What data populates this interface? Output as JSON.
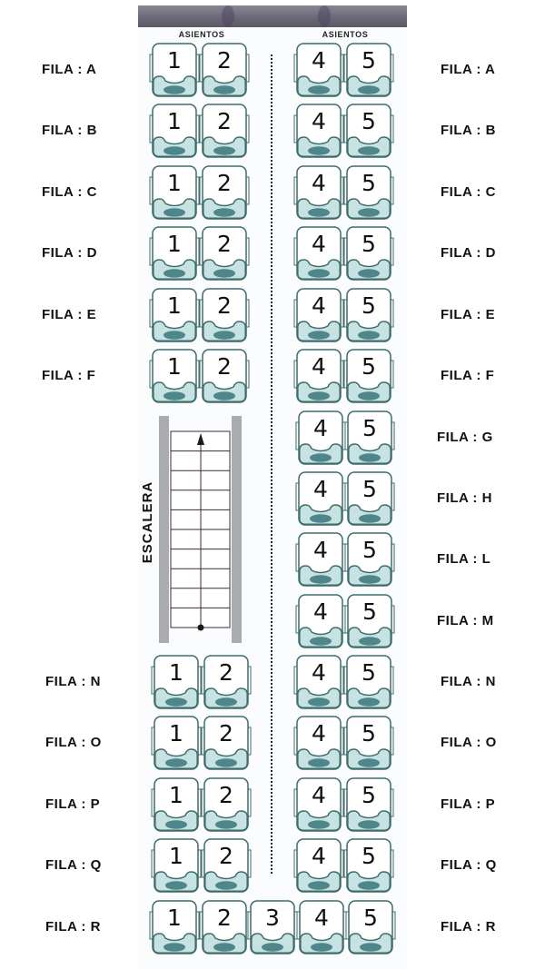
{
  "header": {
    "left_column_label": "ASIENTOS",
    "right_column_label": "ASIENTOS"
  },
  "stairs": {
    "label": "ESCALERA",
    "steps": 10,
    "direction": "up"
  },
  "colors": {
    "seat_outline": "#3f6b6b",
    "seat_cushion": "#c6e2e2",
    "seat_pad": "#4e8689",
    "top_bar": "#6a6676",
    "stair_rail": "#a9abad",
    "stair_lines": "#3d2a3d"
  },
  "rows": [
    {
      "row": "A",
      "left_label": "FILA : A",
      "right_label": "FILA : A",
      "left_seats": [
        "1",
        "2"
      ],
      "right_seats": [
        "4",
        "5"
      ]
    },
    {
      "row": "B",
      "left_label": "FILA : B",
      "right_label": "FILA : B",
      "left_seats": [
        "1",
        "2"
      ],
      "right_seats": [
        "4",
        "5"
      ]
    },
    {
      "row": "C",
      "left_label": "FILA : C",
      "right_label": "FILA : C",
      "left_seats": [
        "1",
        "2"
      ],
      "right_seats": [
        "4",
        "5"
      ]
    },
    {
      "row": "D",
      "left_label": "FILA : D",
      "right_label": "FILA : D",
      "left_seats": [
        "1",
        "2"
      ],
      "right_seats": [
        "4",
        "5"
      ]
    },
    {
      "row": "E",
      "left_label": "FILA : E",
      "right_label": "FILA : E",
      "left_seats": [
        "1",
        "2"
      ],
      "right_seats": [
        "4",
        "5"
      ]
    },
    {
      "row": "F",
      "left_label": "FILA : F",
      "right_label": "FILA : F",
      "left_seats": [
        "1",
        "2"
      ],
      "right_seats": [
        "4",
        "5"
      ]
    },
    {
      "row": "G",
      "left_label": null,
      "right_label": "FILA : G",
      "left_seats": [],
      "right_seats": [
        "4",
        "5"
      ]
    },
    {
      "row": "H",
      "left_label": null,
      "right_label": "FILA : H",
      "left_seats": [],
      "right_seats": [
        "4",
        "5"
      ]
    },
    {
      "row": "L",
      "left_label": null,
      "right_label": "FILA : L",
      "left_seats": [],
      "right_seats": [
        "4",
        "5"
      ]
    },
    {
      "row": "M",
      "left_label": null,
      "right_label": "FILA : M",
      "left_seats": [],
      "right_seats": [
        "4",
        "5"
      ]
    },
    {
      "row": "N",
      "left_label": "FILA : N",
      "right_label": "FILA : N",
      "left_seats": [
        "1",
        "2"
      ],
      "right_seats": [
        "4",
        "5"
      ]
    },
    {
      "row": "O",
      "left_label": "FILA : O",
      "right_label": "FILA : O",
      "left_seats": [
        "1",
        "2"
      ],
      "right_seats": [
        "4",
        "5"
      ]
    },
    {
      "row": "P",
      "left_label": "FILA : P",
      "right_label": "FILA : P",
      "left_seats": [
        "1",
        "2"
      ],
      "right_seats": [
        "4",
        "5"
      ]
    },
    {
      "row": "Q",
      "left_label": "FILA : Q",
      "right_label": "FILA : Q",
      "left_seats": [
        "1",
        "2"
      ],
      "right_seats": [
        "4",
        "5"
      ]
    },
    {
      "row": "R",
      "left_label": "FILA : R",
      "right_label": "FILA : R",
      "left_seats": [
        "1",
        "2",
        "3",
        "4",
        "5"
      ],
      "right_seats": []
    }
  ]
}
